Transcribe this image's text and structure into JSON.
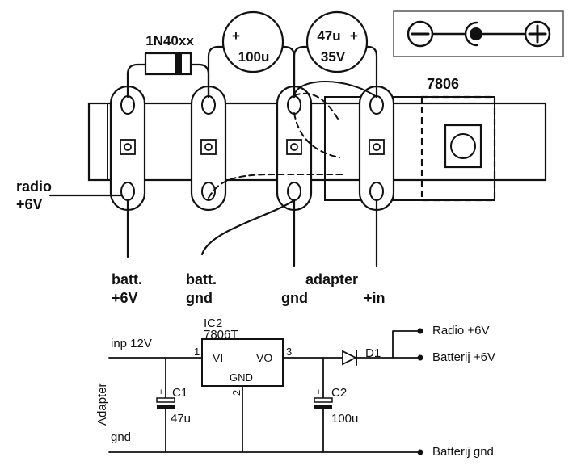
{
  "layout_diagram": {
    "polarity_symbol": {
      "minus": "⊖",
      "plus": "⊕",
      "icon": "center-positive-dc-jack-icon"
    },
    "components": {
      "diode": "1N40xx",
      "cap_100u_plus": "+",
      "cap_100u_value": "100u",
      "cap_47u_value": "47u",
      "cap_47u_plus": "+",
      "cap_47u_voltage": "35V",
      "regulator": "7806"
    },
    "labels": {
      "radio_line1": "radio",
      "radio_line2": "+6V",
      "batt_pos_line1": "batt.",
      "batt_pos_line2": "+6V",
      "batt_gnd_line1": "batt.",
      "batt_gnd_line2": "gnd",
      "adapter": "adapter",
      "gnd": "gnd",
      "plus_in": "+in"
    }
  },
  "schematic": {
    "ic_name": "IC2",
    "ic_part": "7806T",
    "pin_vi": "VI",
    "pin_vo": "VO",
    "pin_gnd": "GND",
    "pin1": "1",
    "pin2": "2",
    "pin3": "3",
    "input_label": "inp 12V",
    "adapter_label": "Adapter",
    "gnd_label": "gnd",
    "c1_name": "C1",
    "c1_value": "47u",
    "c1_plus": "+",
    "c2_name": "C2",
    "c2_value": "100u",
    "c2_plus": "+",
    "d1_name": "D1",
    "out_radio": "Radio +6V",
    "out_batt": "Batterij +6V",
    "out_gnd": "Batterij gnd"
  }
}
